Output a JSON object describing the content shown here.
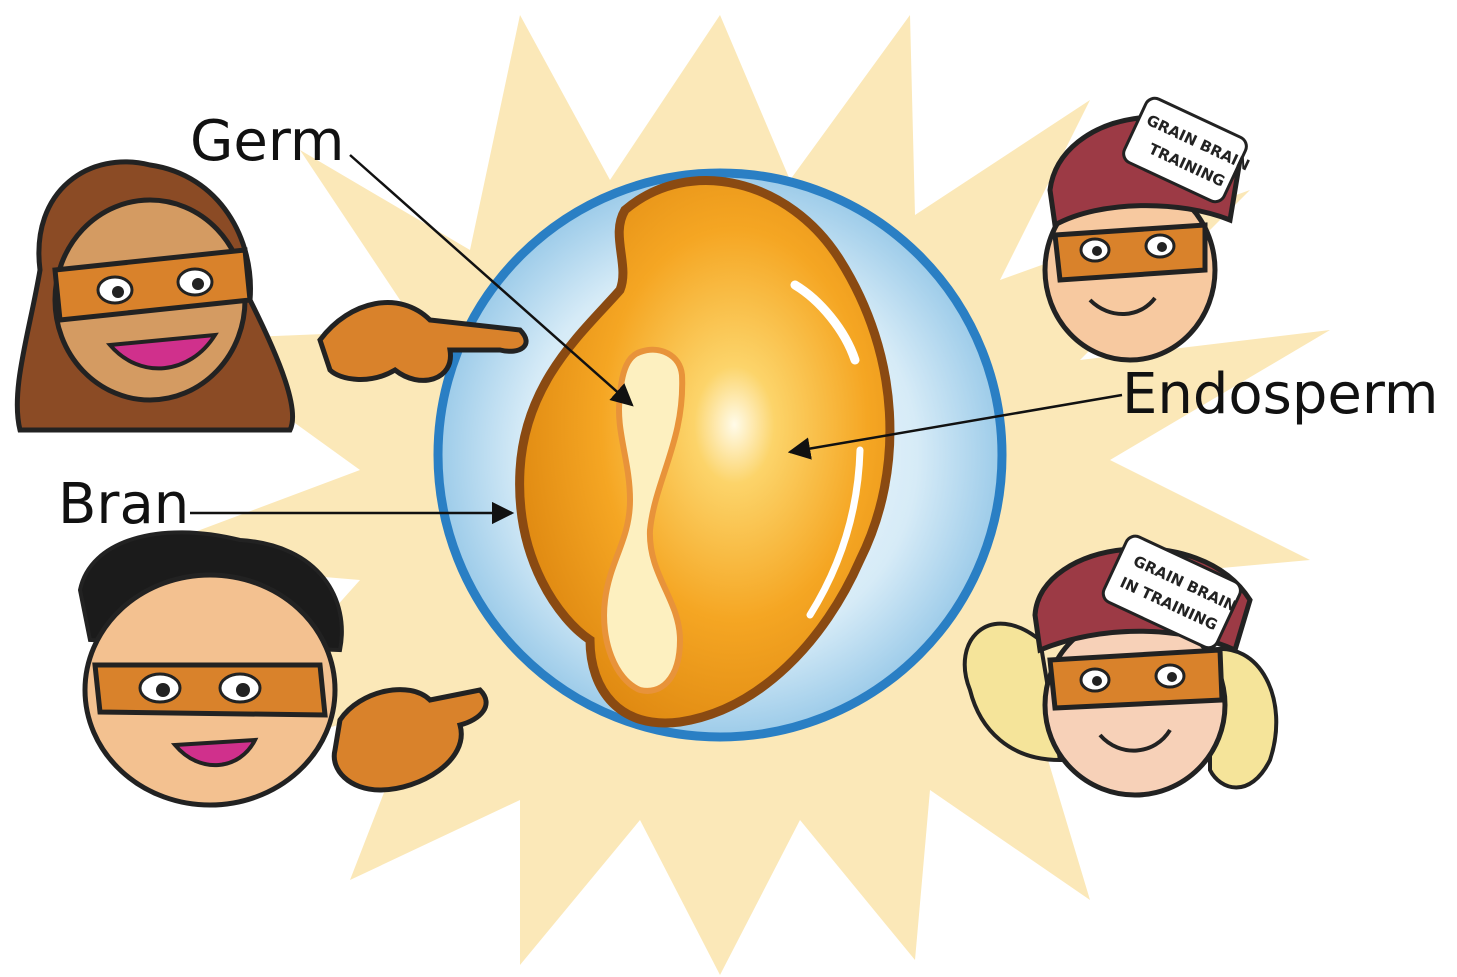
{
  "labels": {
    "germ": "Germ",
    "bran": "Bran",
    "endosperm": "Endosperm"
  },
  "caps": {
    "top_right": [
      "GRAIN BRAIN",
      "TRAINING"
    ],
    "bottom_right": [
      "GRAIN BRAIN",
      "IN TRAINING"
    ]
  },
  "colors": {
    "burst": "#fbe7b6",
    "bubble": "#d8ecf7",
    "bubble_ring": "#2a7fc4",
    "kernel": "#f5a623",
    "kernel_outline": "#8a4a12",
    "germ": "#fdf3c4",
    "mask": "#d9822b",
    "cap": "#9c3a45"
  }
}
